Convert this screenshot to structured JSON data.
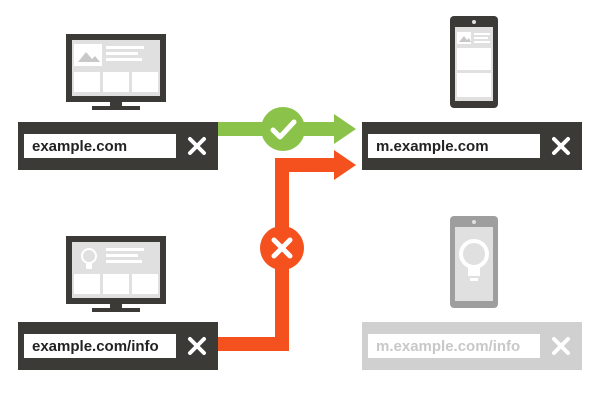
{
  "urls": {
    "desktop_home": "example.com",
    "mobile_home": "m.example.com",
    "desktop_info": "example.com/info",
    "mobile_info": "m.example.com/info"
  },
  "colors": {
    "bar_dark": "#3c3a37",
    "bar_faded": "#d0d0d0",
    "success": "#8bc34a",
    "error": "#f4511e"
  },
  "icons": [
    "desktop-monitor-icon",
    "smartphone-icon",
    "check-icon",
    "close-icon",
    "lightbulb-icon"
  ]
}
